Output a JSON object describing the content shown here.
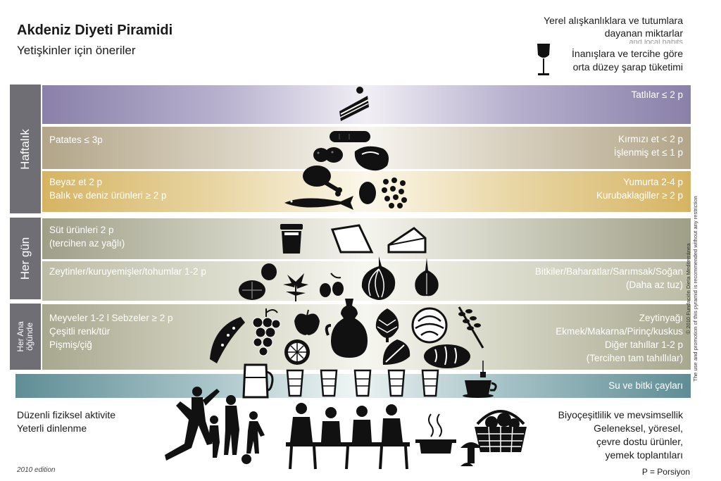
{
  "header": {
    "title": "Akdeniz Diyeti Piramidi",
    "subtitle": "Yetişkinler için öneriler",
    "note_portion_l1": "Yerel alışkanlıklara ve tutumlara",
    "note_portion_l2": "dayanan miktarlar",
    "note_portion_ghost": "and local habits",
    "note_wine_l1": "İnanışlara ve tercihe göre",
    "note_wine_l2": "orta düzey şarap tüketimi"
  },
  "categories": {
    "weekly": "Haftalık",
    "daily": "Her gün",
    "meal_l1": "Her Ana",
    "meal_l2": "öğünde"
  },
  "bands": {
    "sweets": {
      "right": "Tatlılar ≤ 2 p"
    },
    "meat": {
      "left": "Patates ≤ 3p",
      "right_l1": "Kırmızı et < 2 p",
      "right_l2": "İşlenmiş et ≤ 1 p"
    },
    "fish": {
      "left_l1": "Beyaz et 2 p",
      "left_l2": "Balık ve deniz ürünleri ≥ 2 p",
      "right_l1": "Yumurta 2-4 p",
      "right_l2": "Kurubaklagiller ≥ 2 p"
    },
    "dairy": {
      "left_l1": "Süt ürünleri 2 p",
      "left_l2": "(tercihen az yağlı)"
    },
    "nuts": {
      "left": "Zeytinler/kuruyemişler/tohumlar 1-2 p",
      "right_l1": "Bitkiler/Baharatlar/Sarımsak/Soğan",
      "right_l2": "(Daha az tuz)"
    },
    "fruit": {
      "left_l1": "Meyveler 1-2 l Sebzeler ≥ 2 p",
      "left_l2": "Çeşitli renk/tür",
      "left_l3": "Pişmiş/çiğ",
      "right_l1": "Zeytinyağı",
      "right_l2": "Ekmek/Makarna/Pirinç/kuskus",
      "right_l3": "Diğer tahıllar 1-2 p",
      "right_l4": "(Tercihen tam tahıllılar)"
    },
    "water": {
      "right": "Su ve bitki çayları"
    }
  },
  "footer": {
    "activity_l1": "Düzenli fiziksel aktivite",
    "activity_l2": "Yeterli dinlenme",
    "bio_l1": "Biyoçeşitlilik ve mevsimsellik",
    "bio_l2": "Geleneksel, yöresel,",
    "bio_l3": "çevre dostu ürünler,",
    "bio_l4": "yemek toplantıları",
    "edition": "2010 edition",
    "portion": "P = Porsiyon",
    "copyright_l1": "© 2010 Fundación Dieta Mediterránea",
    "copyright_l2": "The use and promotion of this pyramid is recommended without any restriction"
  },
  "icons": [
    "wine-glass-icon",
    "cake-icon",
    "sausage-icon",
    "potato-icon",
    "steak-icon",
    "chicken-leg-icon",
    "fish-icon",
    "egg-icon",
    "legumes-icon",
    "milk-icon",
    "cheese-icon",
    "nuts-icon",
    "herbs-icon",
    "olives-icon",
    "onion-icon",
    "garlic-icon",
    "watermelon-icon",
    "grapes-icon",
    "apple-icon",
    "citrus-icon",
    "oil-jug-icon",
    "artichoke-icon",
    "cabbage-icon",
    "wheat-icon",
    "bread-icon",
    "lettuce-icon",
    "water-jug-icon",
    "water-glass-icon",
    "teacup-icon",
    "sports-family-icon",
    "people-eating-icon",
    "cooking-pot-icon",
    "basket-icon",
    "mushroom-icon"
  ]
}
